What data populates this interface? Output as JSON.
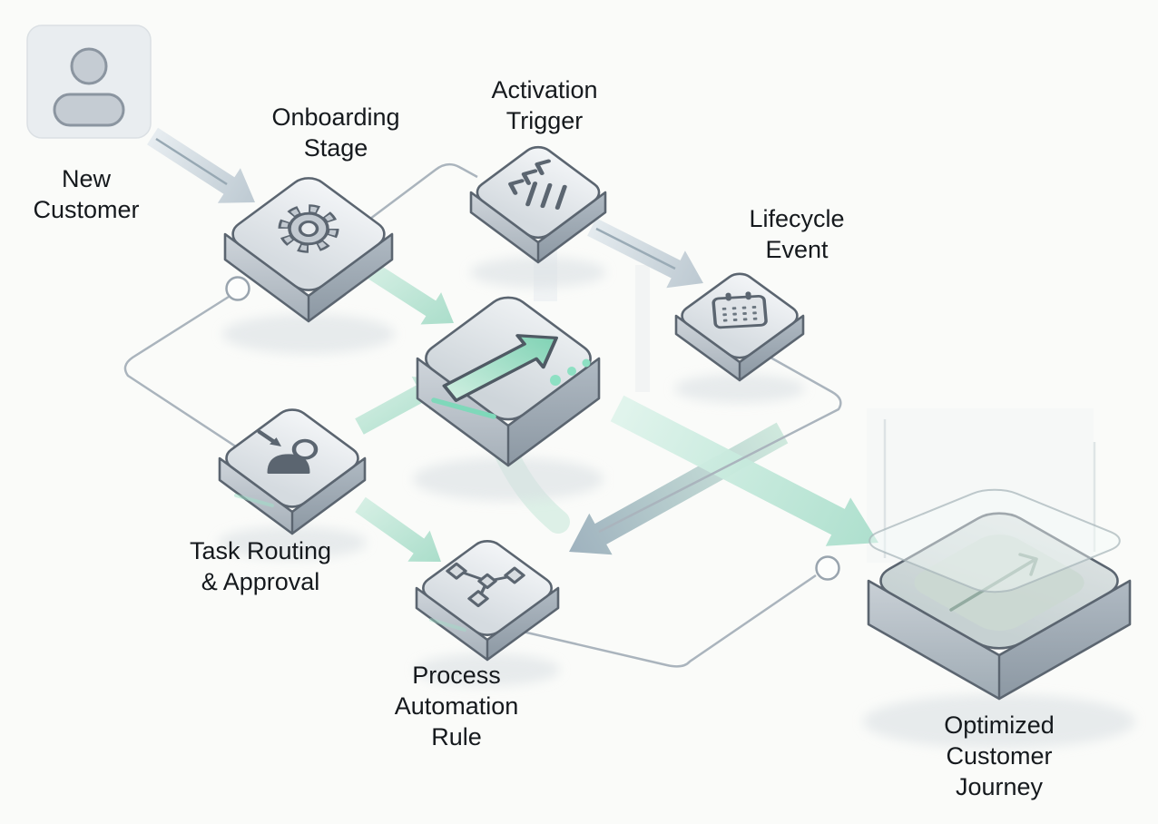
{
  "diagram": {
    "colors": {
      "background": "#fafbf9",
      "accent_teal": "#a8ddc9",
      "arrow_gray": "#c2cdd5",
      "outline": "#5b6570",
      "label_text": "#15191d"
    },
    "nodes": {
      "new_customer": {
        "icon": "person-icon",
        "lines": [
          "New",
          "Customer"
        ]
      },
      "onboarding_stage": {
        "icon": "gear-icon",
        "lines": [
          "Onboarding",
          "Stage"
        ]
      },
      "activation_trigger": {
        "icon": "trigger-list-icon",
        "lines": [
          "Activation",
          "Trigger"
        ]
      },
      "lifecycle_event": {
        "icon": "calendar-icon",
        "lines": [
          "Lifecycle",
          "Event"
        ]
      },
      "automation_hub": {
        "icon": "arrow-up-right-icon",
        "lines": []
      },
      "task_routing": {
        "icon": "assign-user-icon",
        "lines": [
          "Task Routing",
          "& Approval"
        ]
      },
      "process_automation_rule": {
        "icon": "workflow-nodes-icon",
        "lines": [
          "Process",
          "Automation",
          "Rule"
        ]
      },
      "optimized_journey": {
        "icon": "trend-arrow-icon",
        "lines": [
          "Optimized",
          "Customer",
          "Journey"
        ]
      }
    },
    "edges": [
      {
        "from": "new_customer",
        "to": "onboarding_stage",
        "style": "gray-arrow"
      },
      {
        "from": "onboarding_stage",
        "to": "activation_trigger",
        "style": "line"
      },
      {
        "from": "onboarding_stage",
        "to": "automation_hub",
        "style": "teal-arrow"
      },
      {
        "from": "onboarding_stage",
        "to": "task_routing",
        "style": "line-with-circle"
      },
      {
        "from": "activation_trigger",
        "to": "lifecycle_event",
        "style": "gray-arrow"
      },
      {
        "from": "task_routing",
        "to": "automation_hub",
        "style": "teal-arrow"
      },
      {
        "from": "task_routing",
        "to": "process_automation_rule",
        "style": "teal-arrow"
      },
      {
        "from": "lifecycle_event",
        "to": "process_automation_rule",
        "style": "gradient-arrow"
      },
      {
        "from": "automation_hub",
        "to": "optimized_journey",
        "style": "teal-arrow"
      },
      {
        "from": "process_automation_rule",
        "to": "optimized_journey",
        "style": "line-with-circle"
      }
    ]
  }
}
